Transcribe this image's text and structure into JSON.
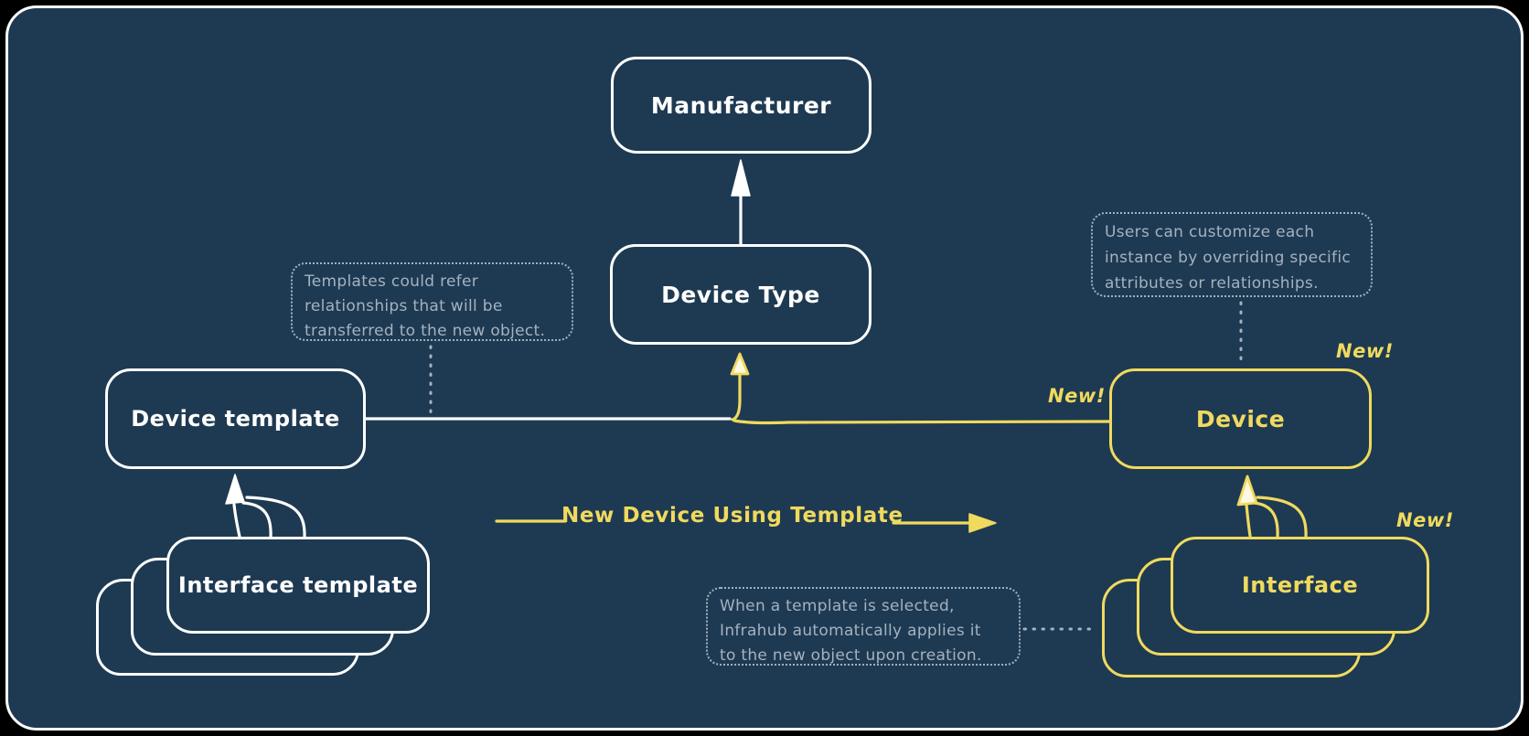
{
  "theme": {
    "bg": "#1e3a52",
    "frame": "#000000",
    "ink": "#ffffff",
    "accent": "#f0da5e",
    "muted": "#a4b2c0",
    "arrowfill": "#fdf8e1"
  },
  "nodes": {
    "manufacturer": {
      "label": "Manufacturer"
    },
    "device_type": {
      "label": "Device Type"
    },
    "device_template": {
      "label": "Device template"
    },
    "interface_template": {
      "label": "Interface template"
    },
    "device": {
      "label": "Device"
    },
    "interface": {
      "label": "Interface"
    }
  },
  "labels": {
    "new_badge": "New!",
    "flow_title": "New Device Using Template"
  },
  "annotations": {
    "templates_note": {
      "lines": [
        "Templates could refer",
        "relationships that will be",
        "transferred to the new object."
      ]
    },
    "customize_note": {
      "lines": [
        "Users can customize each",
        "instance by overriding specific",
        "attributes or relationships."
      ]
    },
    "apply_note": {
      "lines": [
        "When a template is selected,",
        "Infrahub automatically applies it",
        "to the new object upon creation."
      ]
    }
  }
}
